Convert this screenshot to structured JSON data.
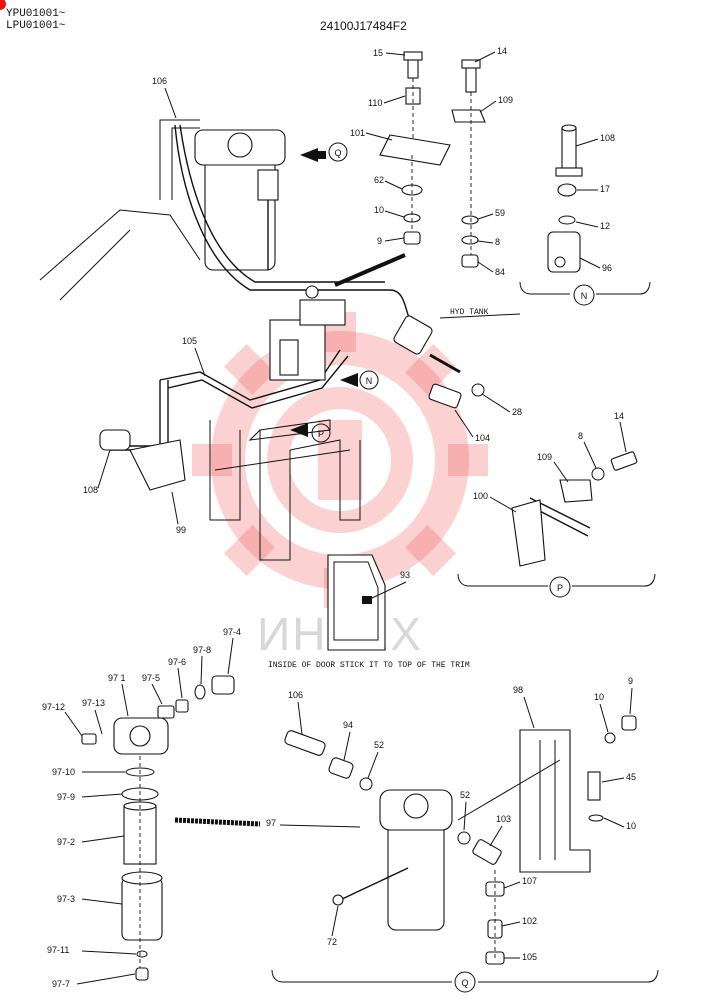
{
  "header": {
    "serial_line_1": "YPU01001~",
    "serial_line_2": "LPU01001~",
    "drawing_number": "24100J17484F2"
  },
  "watermark": {
    "text": "ИНТЕХ",
    "logo": "gear-logo-watermark",
    "color": "#f05a5a"
  },
  "labels": {
    "l15": "15",
    "l14a": "14",
    "l110": "110",
    "l109a": "109",
    "l101": "101",
    "l62": "62",
    "l10a": "10",
    "l9a": "9",
    "l59": "59",
    "l8a": "8",
    "l84": "84",
    "l108a": "108",
    "l17": "17",
    "l12": "12",
    "l96": "96",
    "l106a": "106",
    "l105a": "105",
    "l108b": "108",
    "l99": "99",
    "l28": "28",
    "l104": "104",
    "l14b": "14",
    "l8b": "8",
    "l109b": "109",
    "l100": "100",
    "l93": "93",
    "l97_4": "97-4",
    "l97_8": "97-8",
    "l97_6": "97-6",
    "l97_5": "97-5",
    "l97_1": "97 1",
    "l97_13": "97-13",
    "l97_12": "97-12",
    "l97_10": "97-10",
    "l97_9": "97-9",
    "l97_2": "97-2",
    "l97_3": "97-3",
    "l97_11": "97-11",
    "l97_7": "97-7",
    "l97": "97",
    "l106b": "106",
    "l94": "94",
    "l52a": "52",
    "l52b": "52",
    "l98": "98",
    "l10b": "10",
    "l9b": "9",
    "l45": "45",
    "l10c": "10",
    "l103": "103",
    "l107": "107",
    "l102": "102",
    "l105b": "105",
    "l72": "72"
  },
  "callouts": {
    "hyd_tank": "HYD  TANK",
    "door_note": "INSIDE OF DOOR STICK IT TO TOP OF THE TRIM"
  },
  "view_markers": {
    "q": "Q",
    "n": "N",
    "p": "P"
  }
}
